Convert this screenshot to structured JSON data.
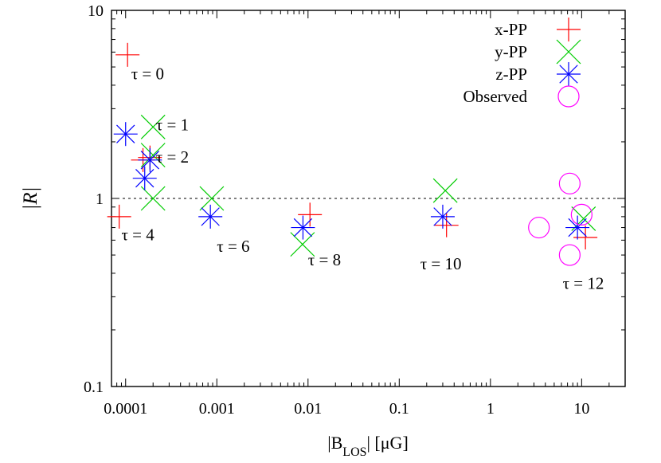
{
  "chart_data": {
    "type": "scatter",
    "title": "",
    "xlabel": "|B_LOS| [μG]",
    "ylabel": "|R|",
    "x_scale": "log",
    "y_scale": "log",
    "xlim": [
      7e-05,
      30
    ],
    "ylim": [
      0.1,
      10
    ],
    "x_ticks": [
      {
        "value": 0.0001,
        "label": "0.0001"
      },
      {
        "value": 0.001,
        "label": "0.001"
      },
      {
        "value": 0.01,
        "label": "0.01"
      },
      {
        "value": 0.1,
        "label": "0.1"
      },
      {
        "value": 1,
        "label": "1"
      },
      {
        "value": 10,
        "label": "10"
      }
    ],
    "y_ticks": [
      {
        "value": 0.1,
        "label": "0.1"
      },
      {
        "value": 1,
        "label": "1"
      },
      {
        "value": 10,
        "label": "10"
      }
    ],
    "reference_line": {
      "y": 1,
      "style": "dotted"
    },
    "grid": false,
    "legend_position": "top-right",
    "series": [
      {
        "name": "x-PP",
        "marker": "plus",
        "color": "#ff0000",
        "points": [
          [
            0.000105,
            5.8
          ],
          [
            0.000155,
            1.6
          ],
          [
            0.000185,
            1.65
          ],
          [
            8.5e-05,
            0.8
          ],
          [
            0.0105,
            0.82
          ],
          [
            0.33,
            0.72
          ],
          [
            11,
            0.62
          ]
        ]
      },
      {
        "name": "y-PP",
        "marker": "cross",
        "color": "#00cc00",
        "points": [
          [
            0.0002,
            2.4
          ],
          [
            0.0002,
            1.7
          ],
          [
            0.0002,
            1.0
          ],
          [
            0.00088,
            1.0
          ],
          [
            0.0087,
            0.57
          ],
          [
            0.32,
            1.1
          ],
          [
            10.5,
            0.78
          ]
        ]
      },
      {
        "name": "z-PP",
        "marker": "star",
        "color": "#0000ff",
        "points": [
          [
            0.0001,
            2.2
          ],
          [
            0.000185,
            1.6
          ],
          [
            0.000162,
            1.28
          ],
          [
            0.00085,
            0.8
          ],
          [
            0.0088,
            0.7
          ],
          [
            0.3,
            0.8
          ],
          [
            9,
            0.7
          ]
        ]
      },
      {
        "name": "Observed",
        "marker": "circle",
        "color": "#ff00ff",
        "points": [
          [
            3.4,
            0.7
          ],
          [
            7.4,
            1.2
          ],
          [
            7.4,
            0.5
          ],
          [
            10,
            0.82
          ]
        ]
      }
    ],
    "annotations": [
      {
        "text": "τ = 0",
        "x": 0.000115,
        "y": 4.3
      },
      {
        "text": "τ = 1",
        "x": 0.000215,
        "y": 2.3
      },
      {
        "text": "τ = 2",
        "x": 0.000215,
        "y": 1.55
      },
      {
        "text": "τ = 4",
        "x": 9e-05,
        "y": 0.6
      },
      {
        "text": "τ = 6",
        "x": 0.001,
        "y": 0.52
      },
      {
        "text": "τ = 8",
        "x": 0.01,
        "y": 0.44
      },
      {
        "text": "τ = 10",
        "x": 0.17,
        "y": 0.42
      },
      {
        "text": "τ = 12",
        "x": 6.2,
        "y": 0.33
      }
    ]
  }
}
